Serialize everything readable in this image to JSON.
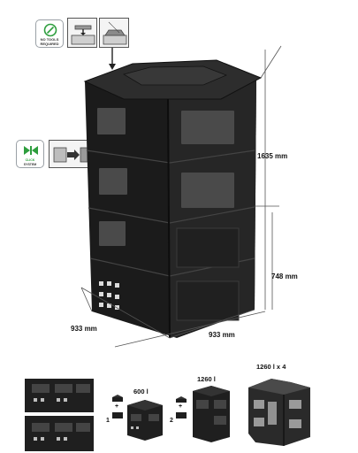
{
  "badges": {
    "no_tools": {
      "line1": "NO TOOLS",
      "line2": "REQUIRED",
      "icon": "wrench-icon",
      "color": "#2e9e3e"
    },
    "click_system": {
      "line1": "CLICK",
      "line2": "SYSTEM",
      "icon": "click-arrows-icon",
      "color": "#2e9e3e"
    }
  },
  "dimensions": {
    "height": "1635 mm",
    "module_height": "748 mm",
    "depth": "933 mm",
    "width": "933 mm"
  },
  "capacities": {
    "small": "600 l",
    "medium": "1260 l",
    "large": "1260 l x 4"
  },
  "steps": {
    "one": "1",
    "two": "2",
    "plus": "+"
  },
  "colors": {
    "product": "#1a1a1a",
    "accent": "#2e9e3e"
  }
}
